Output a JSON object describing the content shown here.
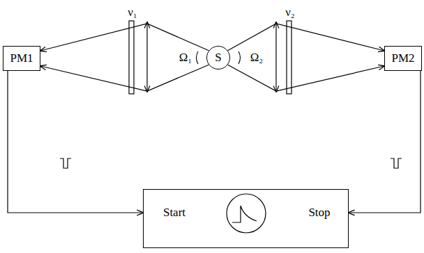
{
  "diagram": {
    "nodes": [
      {
        "text": [
          "PM1"
        ]
      },
      {
        "text": [
          "S"
        ]
      },
      {
        "text": [
          "PM2"
        ]
      },
      {
        "text": [
          "Start",
          "Stop"
        ]
      }
    ],
    "edges": [
      {
        "from": 1,
        "to": 0,
        "arrow": "to"
      },
      {
        "from": 1,
        "to": 2,
        "arrow": "to"
      },
      {
        "from": 0,
        "to": 3,
        "arrow": "to"
      },
      {
        "from": 2,
        "to": 3,
        "arrow": "to"
      }
    ],
    "labels": [
      "ν₁",
      "Ω₁",
      "ν₂",
      "Ω₂"
    ]
  }
}
